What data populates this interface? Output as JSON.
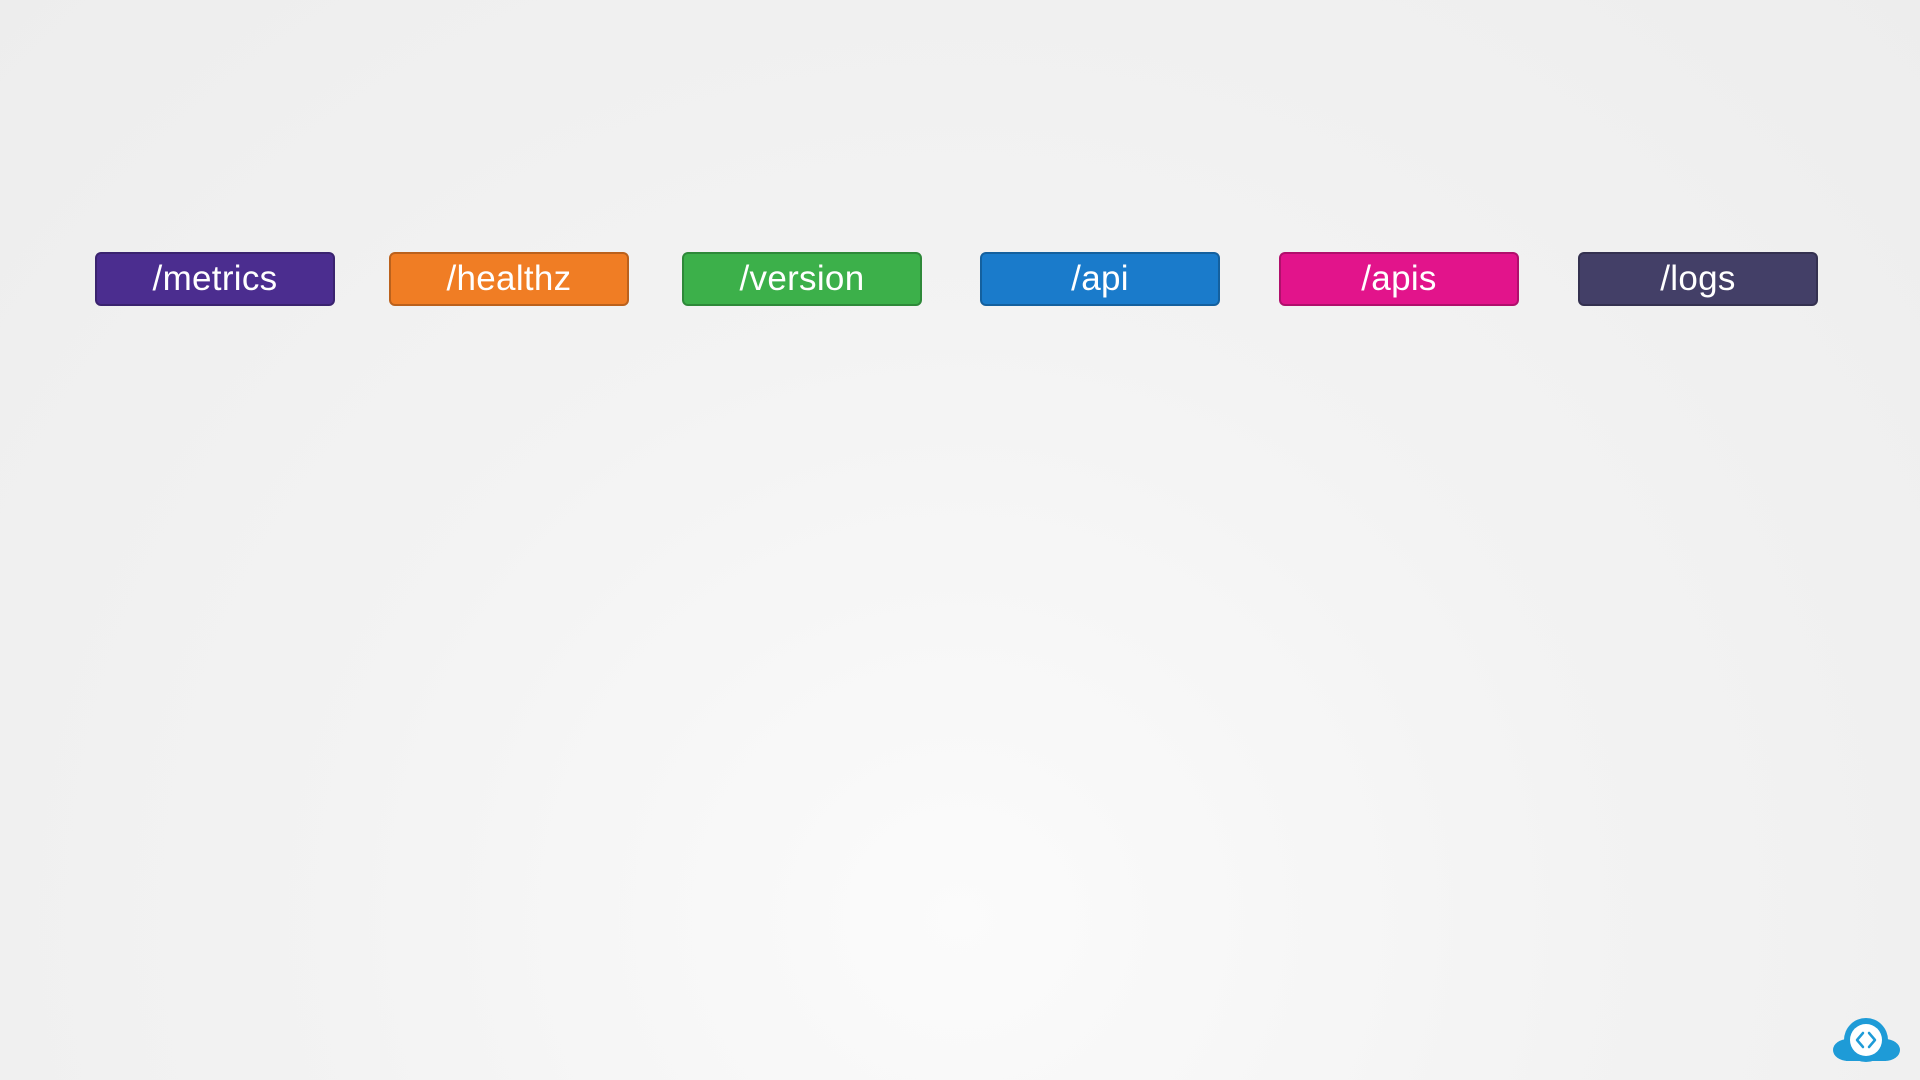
{
  "endpoints": [
    {
      "label": "/metrics",
      "color": "#4b2d8f"
    },
    {
      "label": "/healthz",
      "color": "#f07d24"
    },
    {
      "label": "/version",
      "color": "#3cb04a"
    },
    {
      "label": "/api",
      "color": "#1a7bcb"
    },
    {
      "label": "/apis",
      "color": "#e2148b"
    },
    {
      "label": "/logs",
      "color": "#433f67"
    }
  ],
  "logo": {
    "icon": "cloud-code-icon",
    "color": "#1e9bd7"
  }
}
